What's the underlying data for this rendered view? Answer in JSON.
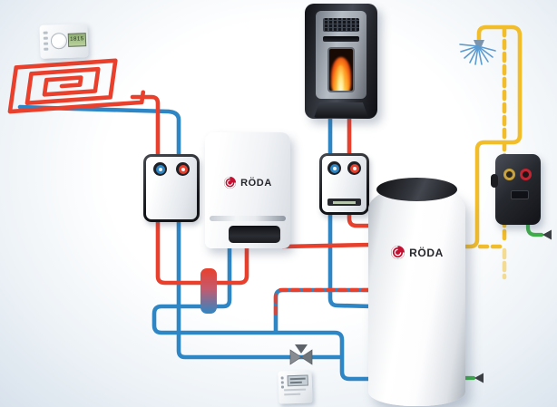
{
  "brand": {
    "name": "RÖDA"
  },
  "devices": {
    "room_thermostat": {
      "lcd_value": "1815"
    },
    "boiler": {
      "logo_text": "RÖDA"
    },
    "storage_tank": {
      "logo_text": "RÖDA"
    }
  },
  "colors": {
    "heating-flow": "#e8402c",
    "heating-return": "#2f86c4",
    "dhw-pipe": "#f2bd2b",
    "cold-water": "#3fae49",
    "logo-red": "#c11232",
    "arrow-dark": "#3c3f44"
  },
  "icons": {
    "shower": "shower-spray-icon",
    "flow_arrow": "flow-arrow-icon",
    "mixing_valve": "three-way-valve-icon",
    "gauge_hot": "hot-gauge-icon",
    "gauge_cold": "cold-gauge-icon",
    "logo": "roda-logo-icon"
  }
}
